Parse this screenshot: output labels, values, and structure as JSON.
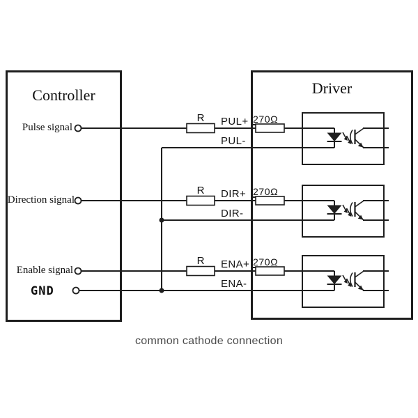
{
  "caption": "common cathode connection",
  "controller": {
    "title": "Controller",
    "gnd_label": "GND"
  },
  "driver": {
    "title": "Driver"
  },
  "rows": [
    {
      "signal": "Pulse signal",
      "r_label": "R",
      "plus": "PUL+",
      "minus": "PUL-",
      "ohm": "270Ω"
    },
    {
      "signal": "Direction signal",
      "r_label": "R",
      "plus": "DIR+",
      "minus": "DIR-",
      "ohm": "270Ω"
    },
    {
      "signal": "Enable signal",
      "r_label": "R",
      "plus": "ENA+",
      "minus": "ENA-",
      "ohm": "270Ω"
    }
  ],
  "colors": {
    "line": "#1e1e1e",
    "text": "#111111",
    "caption_text": "#4a4a4a",
    "background": "#ffffff"
  }
}
